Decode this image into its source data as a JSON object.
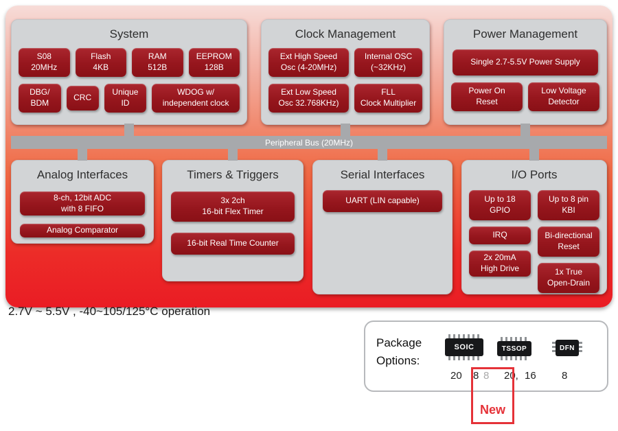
{
  "colors": {
    "badge_red": "#9a161d",
    "background_red": "#ea1c24",
    "panel_gray": "#d2d4d6",
    "bus_gray": "#a7a9ac",
    "new_red": "#e53238"
  },
  "bus": {
    "label": "Peripheral Bus (20MHz)"
  },
  "boxes": {
    "system": {
      "title": "System",
      "badges": {
        "s08": "S08\n20MHz",
        "flash": "Flash\n4KB",
        "ram": "RAM\n512B",
        "eeprom": "EEPROM\n128B",
        "dbg": "DBG/\nBDM",
        "crc": "CRC",
        "unique": "Unique\nID",
        "wdog": "WDOG w/\nindependent clock"
      }
    },
    "clock": {
      "title": "Clock Management",
      "badges": {
        "ext_high": "Ext High Speed\nOsc (4-20MHz)",
        "internal": "Internal OSC\n(~32KHz)",
        "ext_low": "Ext Low Speed\nOsc 32.768KHz)",
        "fll": "FLL\nClock Multiplier"
      }
    },
    "power": {
      "title": "Power Management",
      "badges": {
        "supply": "Single 2.7-5.5V Power Supply",
        "por": "Power On\nReset",
        "lvd": "Low Voltage\nDetector"
      }
    },
    "analog": {
      "title": "Analog Interfaces",
      "badges": {
        "adc": "8-ch, 12bit ADC\nwith 8 FIFO",
        "comparator": "Analog  Comparator"
      }
    },
    "timers": {
      "title": "Timers & Triggers",
      "badges": {
        "flex": "3x 2ch\n16-bit Flex Timer",
        "rtc": "16-bit Real Time Counter"
      }
    },
    "serial": {
      "title": "Serial Interfaces",
      "badges": {
        "uart": "UART (LIN capable)"
      }
    },
    "io": {
      "title": "I/O Ports",
      "badges": {
        "gpio": "Up to 18\nGPIO",
        "irq": "IRQ",
        "drive": "2x 20mA\nHigh Drive",
        "kbi": "Up to 8 pin\nKBI",
        "reset": "Bi-directional\nReset",
        "opendrain": "1x True\nOpen-Drain"
      }
    }
  },
  "footnote": "2.7V ~ 5.5V ,  -40~105/125°C operation",
  "package": {
    "label": "Package\nOptions:",
    "chips": [
      {
        "name": "SOIC",
        "pins_a": "20",
        "pins_b": "8"
      },
      {
        "name": "TSSOP",
        "pins_a": "20,",
        "pins_b": "16"
      },
      {
        "name": "DFN",
        "pins_a": "8",
        "pins_b": ""
      }
    ],
    "new_pin": "8",
    "new_label": "New"
  }
}
